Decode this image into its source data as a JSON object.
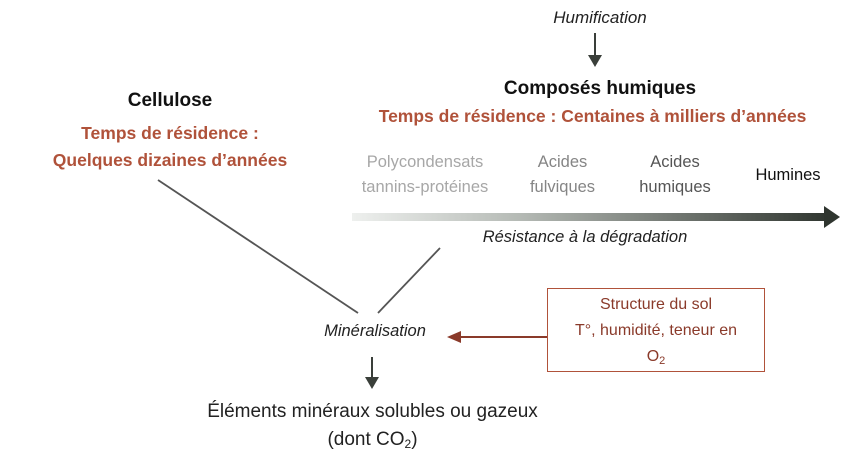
{
  "humification": "Humification",
  "composes": {
    "title": "Composés humiques",
    "residence": "Temps de résidence : Centaines à milliers d’années"
  },
  "cellulose": {
    "title": "Cellulose",
    "residence_line1": "Temps de résidence :",
    "residence_line2": "Quelques dizaines d’années"
  },
  "categories": [
    {
      "line1": "Polycondensats",
      "line2": "tannins-protéines",
      "color": "#a7a7a7"
    },
    {
      "line1": "Acides",
      "line2": "fulviques",
      "color": "#858585"
    },
    {
      "line1": "Acides",
      "line2": "humiques",
      "color": "#555555"
    },
    {
      "line1": "Humines",
      "line2": "",
      "color": "#111111"
    }
  ],
  "resistance": "Résistance à la dégradation",
  "factors": {
    "line1": "Structure du sol",
    "line2": "T°, humidité, teneur en",
    "line3_main": "O",
    "line3_sub": "2"
  },
  "mineralisation": "Minéralisation",
  "result": {
    "line1": "Éléments minéraux solubles ou gazeux",
    "line2_prefix": "(dont CO",
    "line2_sub": "2",
    "line2_suffix": ")"
  },
  "colors": {
    "accent": "#b0523a",
    "box_border": "#b0523a",
    "arrow_dark": "#3a3f3a",
    "line_gray": "#555555"
  }
}
